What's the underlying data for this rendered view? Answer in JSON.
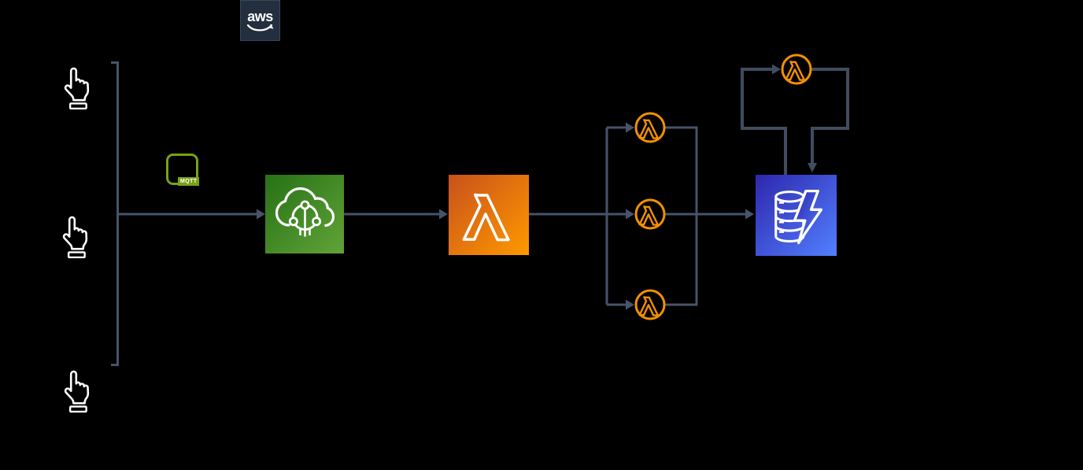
{
  "title": "AWS IoT ingestion architecture diagram",
  "background_color": "#000000",
  "logo": {
    "text": "aws",
    "background": "#232F3E",
    "mark_color": "#FFFFFF"
  },
  "mqtt": {
    "label": "MQTT",
    "color": "#7AA116"
  },
  "colors": {
    "wire": "#46536A",
    "iot_core_gradient": [
      "#277116",
      "#60A337"
    ],
    "lambda_gradient": [
      "#C8511B",
      "#FF9900"
    ],
    "dynamodb_gradient": [
      "#2E27AD",
      "#527FFF"
    ],
    "lambda_function_orange": "#F29100",
    "device_icon_color": "#FFFFFF"
  },
  "nodes": [
    {
      "id": "device-1",
      "icon": "hand-pointer-icon"
    },
    {
      "id": "device-2",
      "icon": "hand-pointer-icon"
    },
    {
      "id": "device-3",
      "icon": "hand-pointer-icon"
    },
    {
      "id": "mqtt-protocol",
      "icon": "mqtt-icon",
      "label": "MQTT"
    },
    {
      "id": "iot-core",
      "icon": "aws-iot-core-icon"
    },
    {
      "id": "lambda-router",
      "icon": "aws-lambda-icon"
    },
    {
      "id": "lambda-function-1",
      "icon": "lambda-function-icon"
    },
    {
      "id": "lambda-function-2",
      "icon": "lambda-function-icon"
    },
    {
      "id": "lambda-function-3",
      "icon": "lambda-function-icon"
    },
    {
      "id": "dynamodb",
      "icon": "amazon-dynamodb-icon"
    },
    {
      "id": "lambda-trigger",
      "icon": "lambda-function-icon"
    },
    {
      "id": "aws-logo",
      "icon": "aws-logo",
      "label": "aws"
    }
  ],
  "edges": [
    {
      "from": "devices-bracket",
      "to": "iot-core",
      "via": "mqtt-protocol",
      "arrow": true
    },
    {
      "from": "iot-core",
      "to": "lambda-router",
      "arrow": true
    },
    {
      "from": "lambda-router",
      "to": "lambda-function-1",
      "arrow": true
    },
    {
      "from": "lambda-router",
      "to": "lambda-function-2",
      "arrow": true
    },
    {
      "from": "lambda-router",
      "to": "lambda-function-3",
      "arrow": true
    },
    {
      "from": "lambda-functions-merge",
      "to": "dynamodb",
      "arrow": true
    },
    {
      "from": "dynamodb",
      "to": "lambda-trigger",
      "arrow": true
    },
    {
      "from": "lambda-trigger",
      "to": "dynamodb",
      "arrow": true
    }
  ]
}
